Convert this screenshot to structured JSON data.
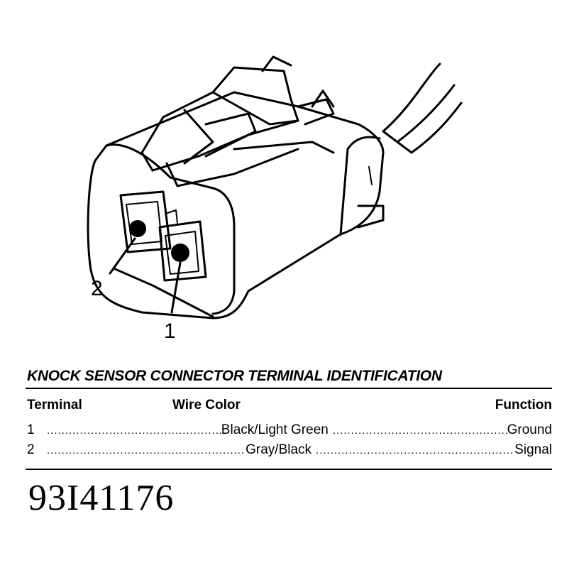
{
  "diagram": {
    "callouts": [
      {
        "id": "terminal-2",
        "label": "2"
      },
      {
        "id": "terminal-1",
        "label": "1"
      }
    ]
  },
  "table": {
    "title": "KNOCK SENSOR CONNECTOR TERMINAL IDENTIFICATION",
    "headers": {
      "terminal": "Terminal",
      "wire_color": "Wire Color",
      "function": "Function"
    },
    "rows": [
      {
        "terminal": "1",
        "wire_color": "Black/Light Green",
        "function": "Ground"
      },
      {
        "terminal": "2",
        "wire_color": "Gray/Black",
        "function": "Signal"
      }
    ]
  },
  "figure_id": "93I41176"
}
